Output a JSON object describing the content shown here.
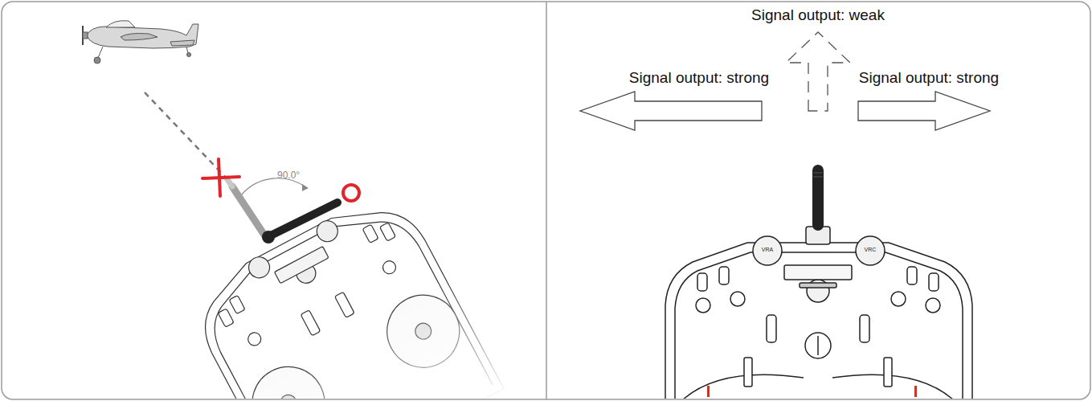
{
  "diagram": {
    "labels": [
      "90.0°",
      "Signal output: weak",
      "Signal output: strong",
      "Signal output: strong",
      "VRA",
      "VRC"
    ]
  }
}
